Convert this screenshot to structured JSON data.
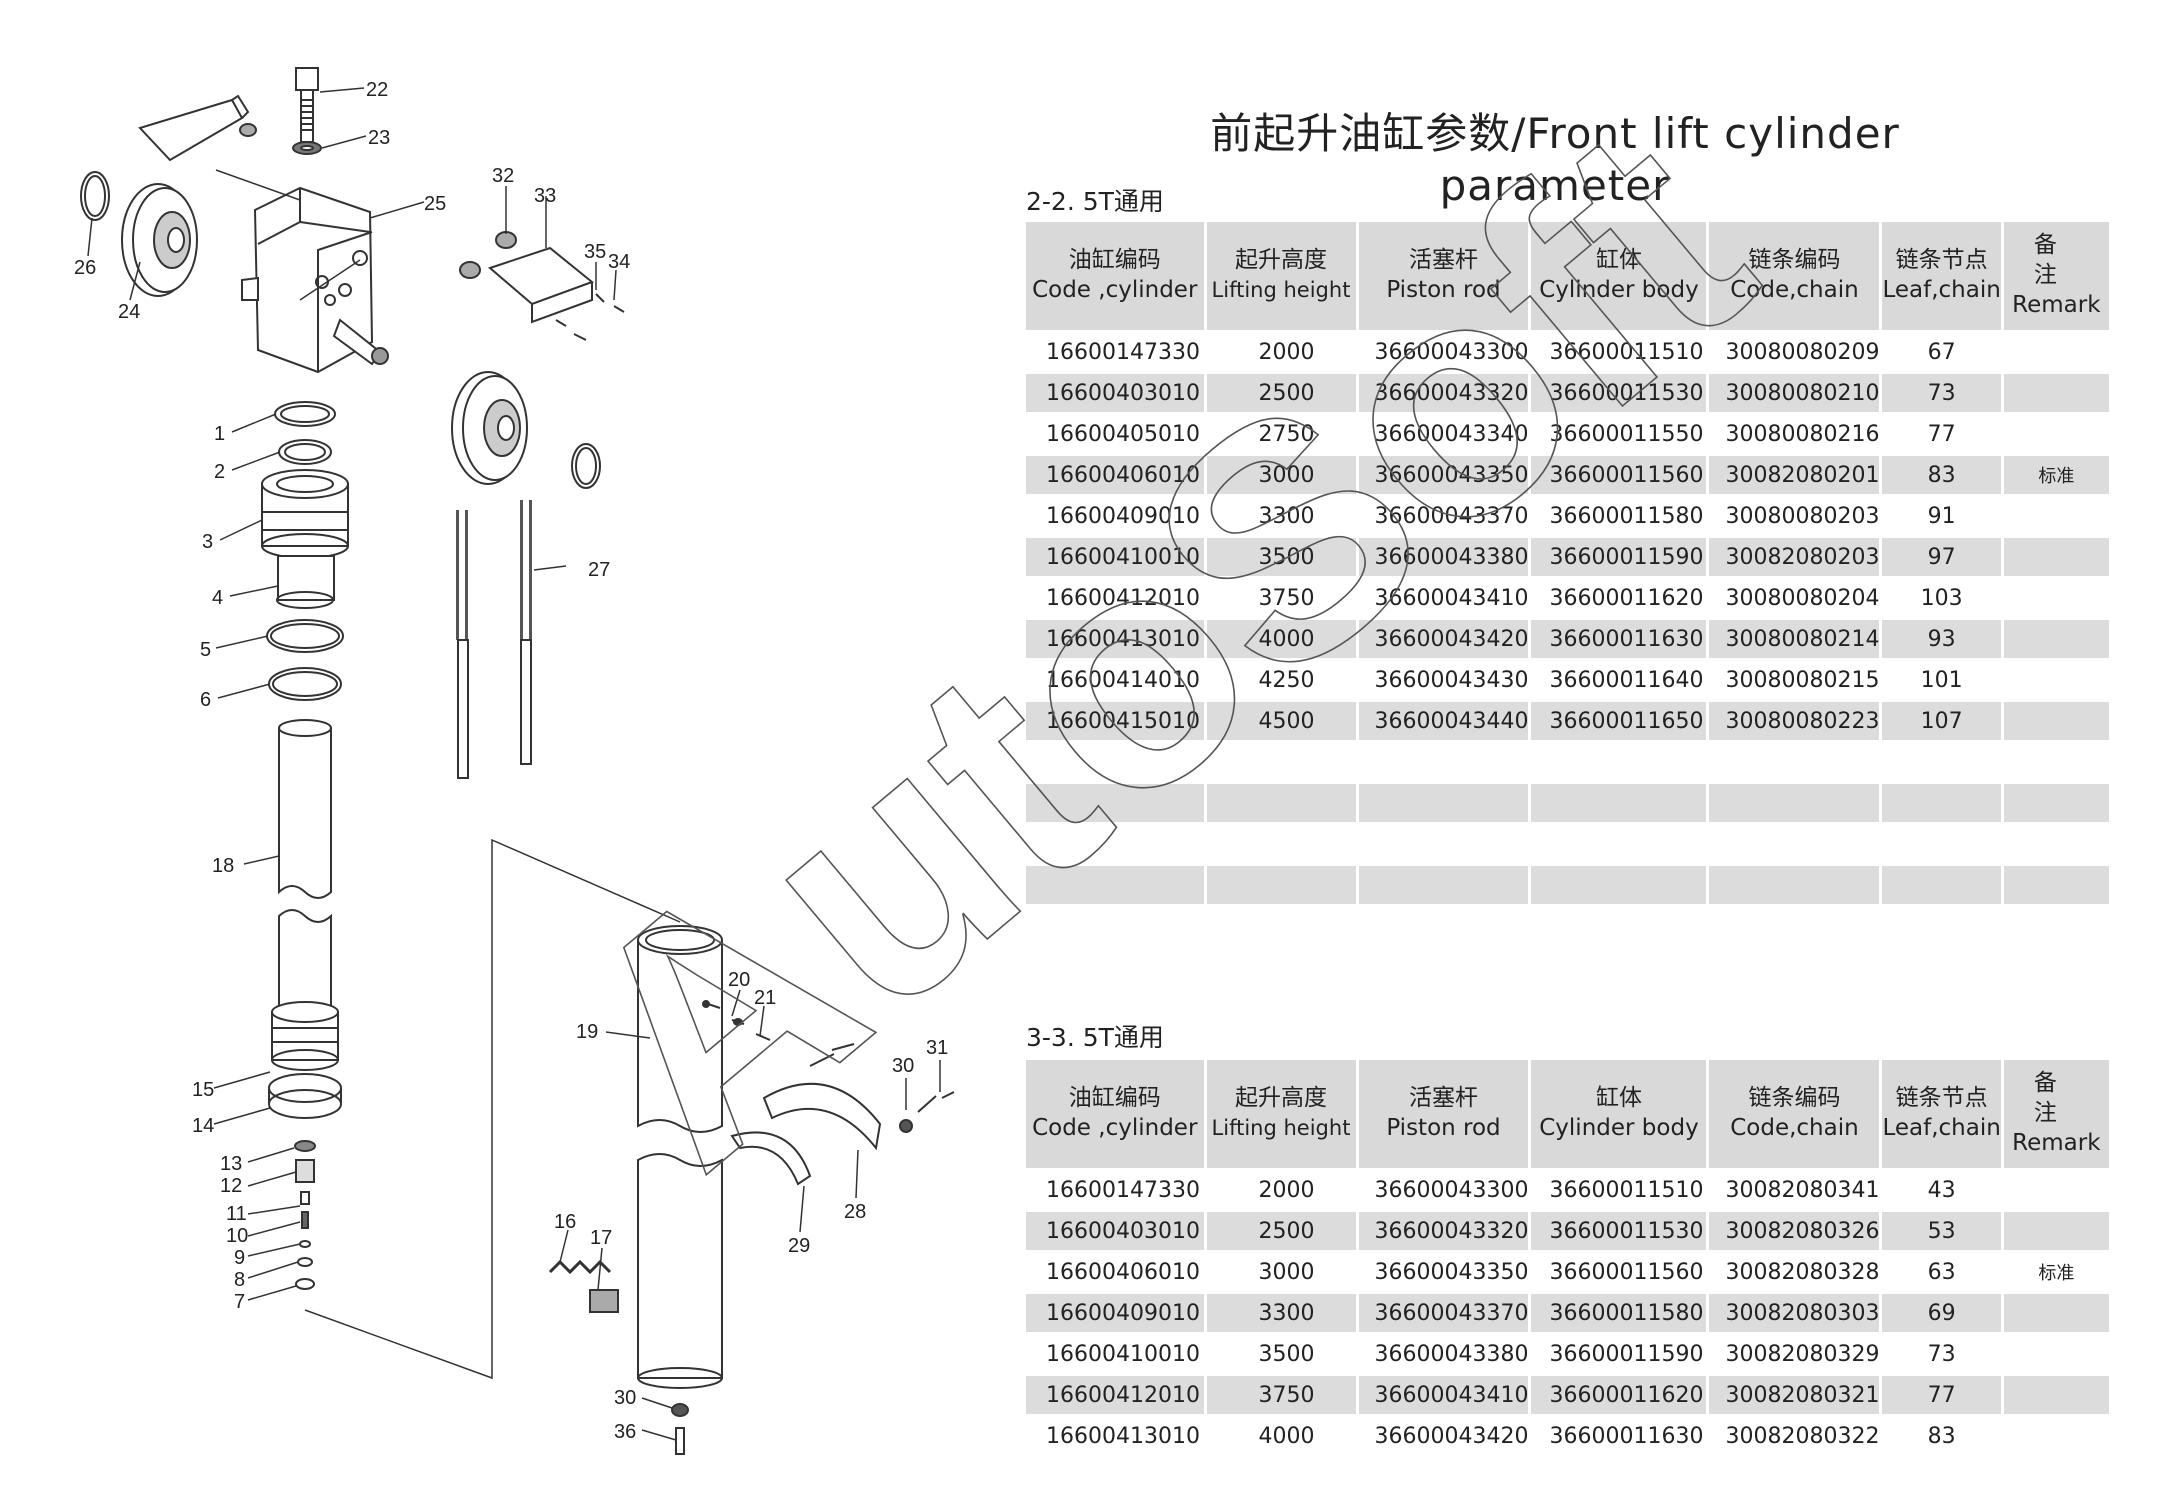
{
  "title": "前起升油缸参数/Front  lift cylinder parameter",
  "columns": [
    {
      "zh": "油缸编码",
      "en": "Code ,cylinder"
    },
    {
      "zh": "起升高度",
      "en": "Lifting height"
    },
    {
      "zh": "活塞杆",
      "en": "Piston rod"
    },
    {
      "zh": "缸体",
      "en": "Cylinder body"
    },
    {
      "zh": "链条编码",
      "en": "Code,chain"
    },
    {
      "zh": "链条节点",
      "en": "Leaf,chain"
    },
    {
      "zh": "备 注",
      "en": "Remark"
    }
  ],
  "table1": {
    "heading": "2-2. 5T通用",
    "rows": [
      [
        "16600147330",
        "2000",
        "36600043300",
        "36600011510",
        "30080080209",
        "67",
        ""
      ],
      [
        "16600403010",
        "2500",
        "36600043320",
        "36600011530",
        "30080080210",
        "73",
        ""
      ],
      [
        "16600405010",
        "2750",
        "36600043340",
        "36600011550",
        "30080080216",
        "77",
        ""
      ],
      [
        "16600406010",
        "3000",
        "36600043350",
        "36600011560",
        "30082080201",
        "83",
        "标准"
      ],
      [
        "16600409010",
        "3300",
        "36600043370",
        "36600011580",
        "30080080203",
        "91",
        ""
      ],
      [
        "16600410010",
        "3500",
        "36600043380",
        "36600011590",
        "30082080203",
        "97",
        ""
      ],
      [
        "16600412010",
        "3750",
        "36600043410",
        "36600011620",
        "30080080204",
        "103",
        ""
      ],
      [
        "16600413010",
        "4000",
        "36600043420",
        "36600011630",
        "30080080214",
        "93",
        ""
      ],
      [
        "16600414010",
        "4250",
        "36600043430",
        "36600011640",
        "30080080215",
        "101",
        ""
      ],
      [
        "16600415010",
        "4500",
        "36600043440",
        "36600011650",
        "30080080223",
        "107",
        ""
      ],
      [
        "",
        "",
        "",
        "",
        "",
        "",
        ""
      ],
      [
        "",
        "",
        "",
        "",
        "",
        "",
        ""
      ],
      [
        "",
        "",
        "",
        "",
        "",
        "",
        ""
      ],
      [
        "",
        "",
        "",
        "",
        "",
        "",
        ""
      ]
    ]
  },
  "table2": {
    "heading": "3-3. 5T通用",
    "rows": [
      [
        "16600147330",
        "2000",
        "36600043300",
        "36600011510",
        "30082080341",
        "43",
        ""
      ],
      [
        "16600403010",
        "2500",
        "36600043320",
        "36600011530",
        "30082080326",
        "53",
        ""
      ],
      [
        "16600406010",
        "3000",
        "36600043350",
        "36600011560",
        "30082080328",
        "63",
        "标准"
      ],
      [
        "16600409010",
        "3300",
        "36600043370",
        "36600011580",
        "30082080303",
        "69",
        ""
      ],
      [
        "16600410010",
        "3500",
        "36600043380",
        "36600011590",
        "30082080329",
        "73",
        ""
      ],
      [
        "16600412010",
        "3750",
        "36600043410",
        "36600011620",
        "30082080321",
        "77",
        ""
      ],
      [
        "16600413010",
        "4000",
        "36600043420",
        "36600011630",
        "30082080322",
        "83",
        ""
      ]
    ]
  },
  "diagram_labels": [
    "22",
    "23",
    "25",
    "26",
    "24",
    "32",
    "33",
    "35",
    "34",
    "1",
    "2",
    "3",
    "4",
    "5",
    "6",
    "27",
    "18",
    "15",
    "14",
    "13",
    "12",
    "11",
    "10",
    "9",
    "8",
    "7",
    "20",
    "21",
    "19",
    "30",
    "31",
    "16",
    "17",
    "29",
    "28",
    "30",
    "36"
  ],
  "watermark": "AutoSoft"
}
